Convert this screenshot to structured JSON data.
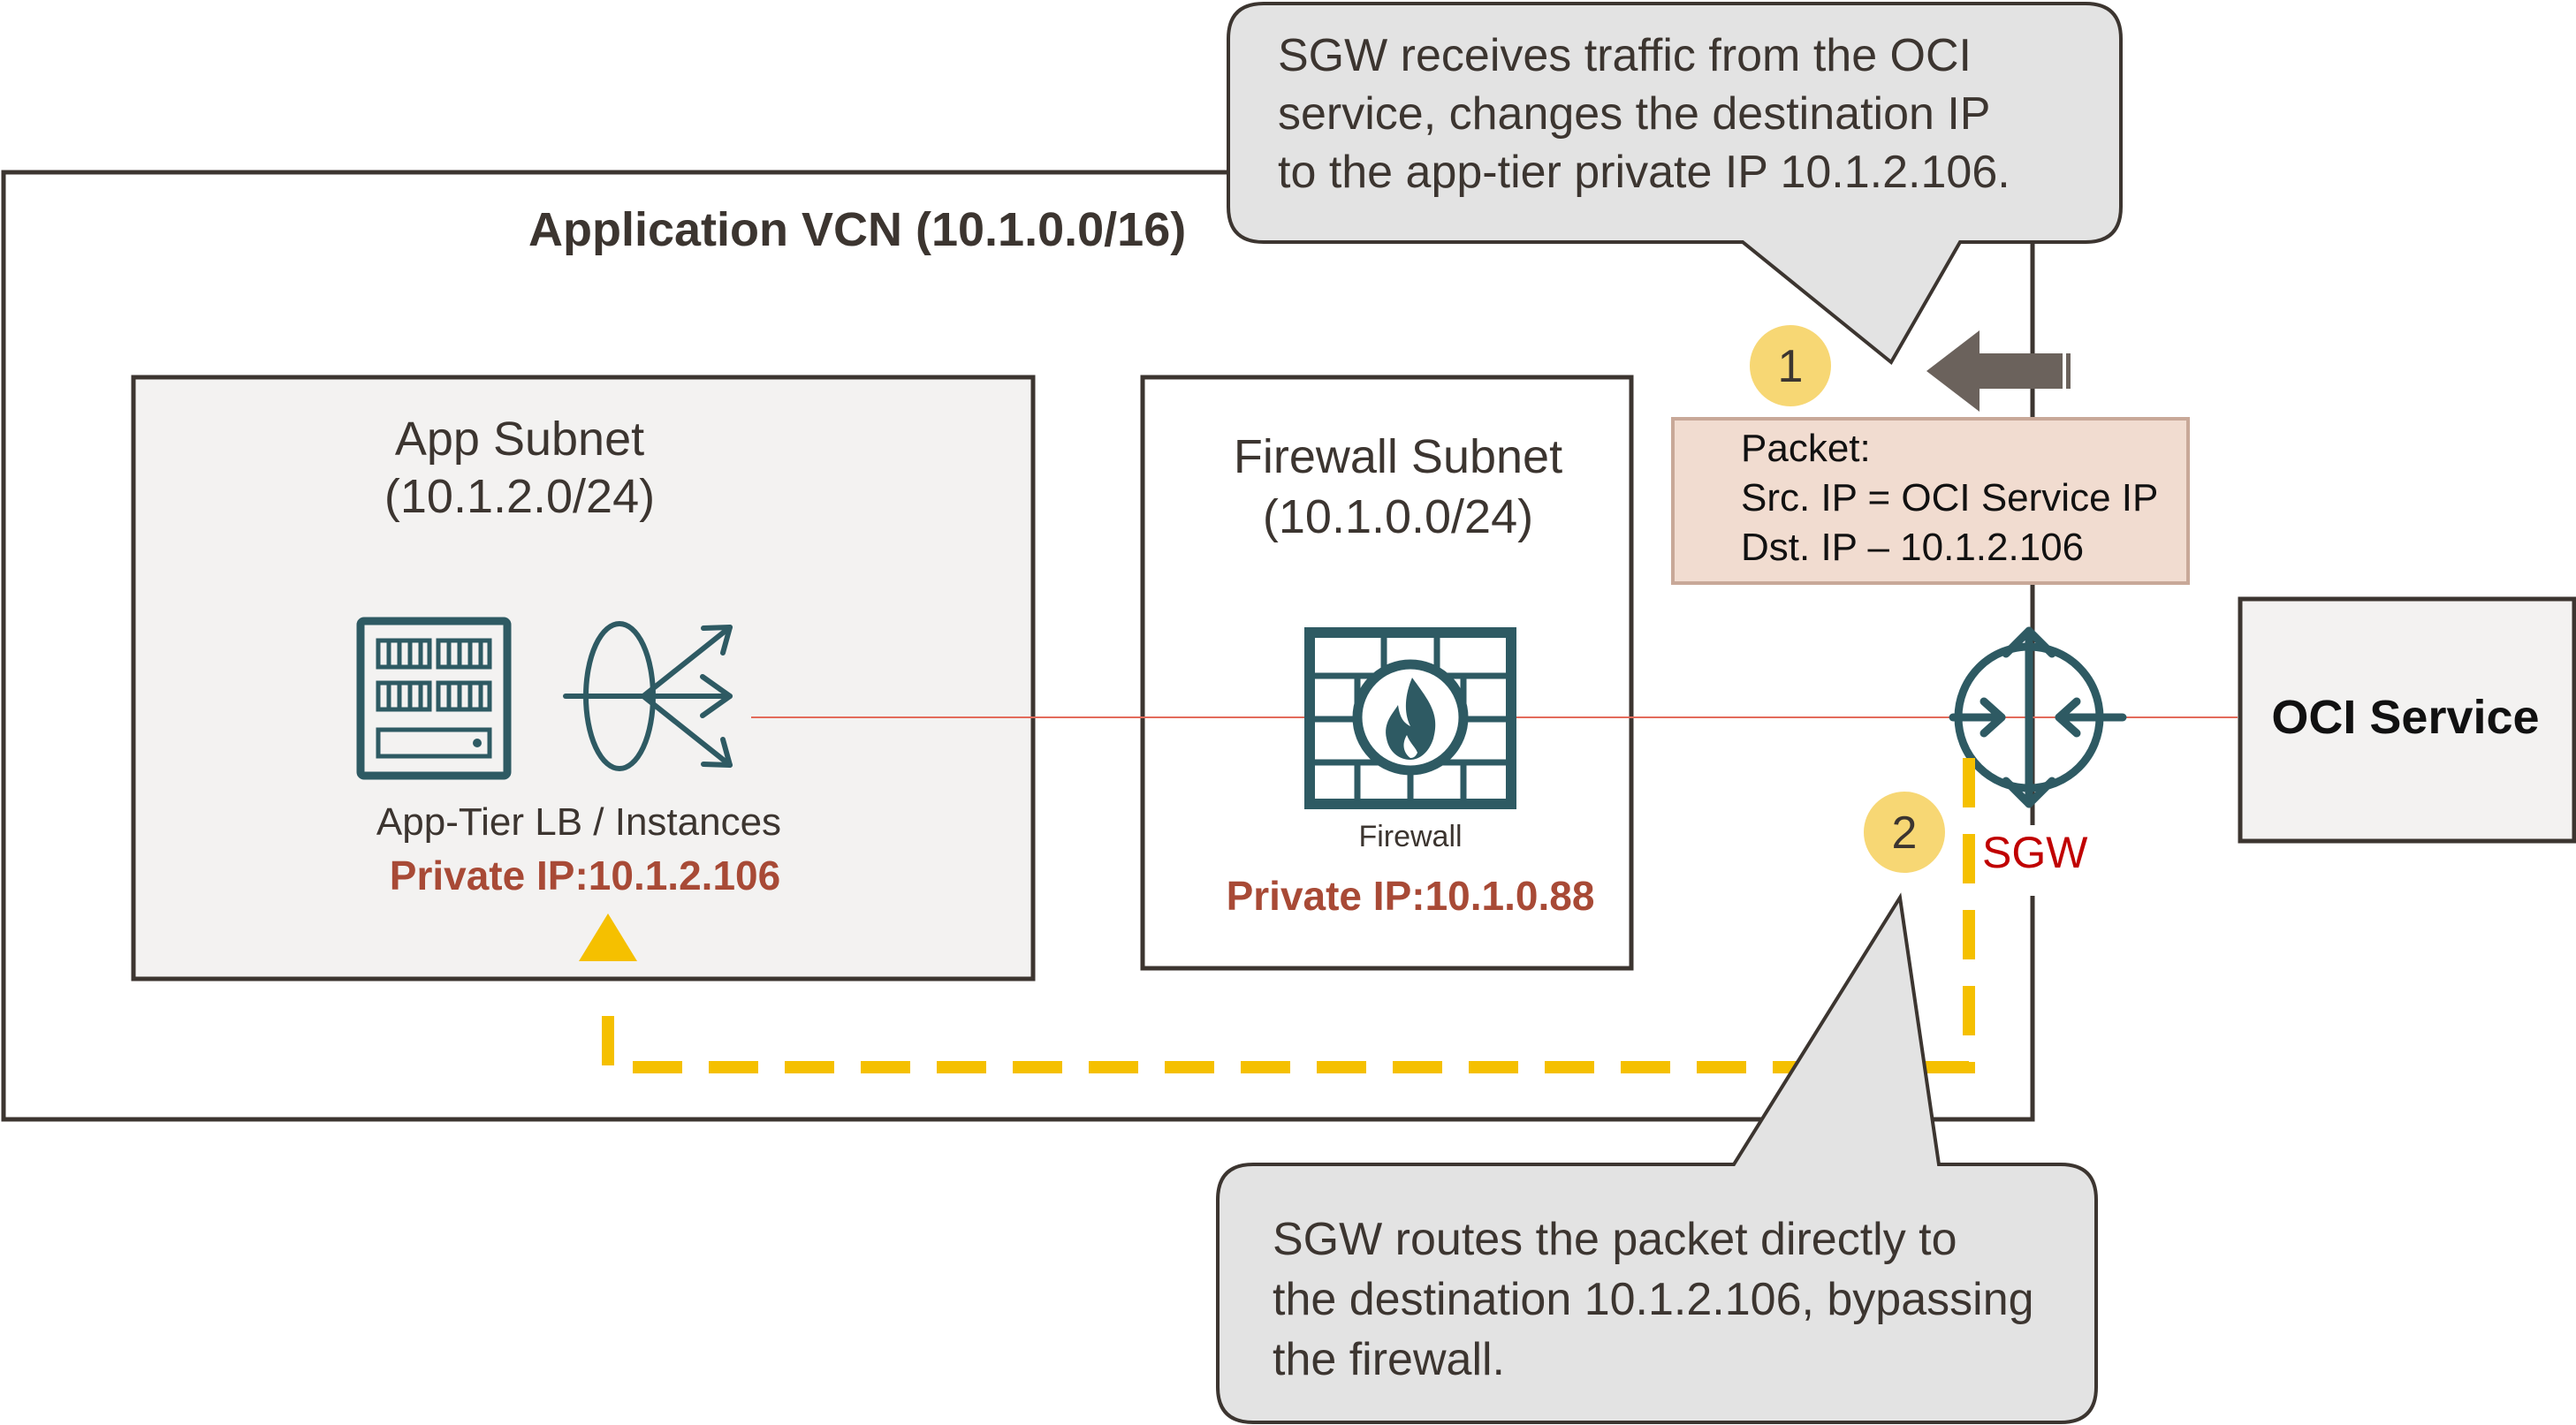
{
  "vcn": {
    "title": "Application VCN (10.1.0.0/16)"
  },
  "app_subnet": {
    "title_line1": "App Subnet",
    "title_line2": "(10.1.2.0/24)",
    "label": "App-Tier LB / Instances",
    "private_ip": "Private IP:10.1.2.106"
  },
  "firewall_subnet": {
    "title_line1": "Firewall Subnet",
    "title_line2": "(10.1.0.0/24)",
    "label": "Firewall",
    "private_ip": "Private IP:10.1.0.88"
  },
  "oci_service": {
    "label": "OCI Service"
  },
  "sgw": {
    "label": "SGW"
  },
  "steps": [
    {
      "number": "1"
    },
    {
      "number": "2"
    }
  ],
  "callout_top": {
    "line1": "SGW receives traffic from the OCI",
    "line2": "service, changes the destination IP",
    "line3": "to  the app-tier private IP 10.1.2.106."
  },
  "callout_bottom": {
    "line1": "SGW routes the packet directly to",
    "line2": "the destination 10.1.2.106, bypassing",
    "line3": "the firewall."
  },
  "packet": {
    "line1": "Packet:",
    "line2": "Src. IP = OCI Service IP",
    "line3": "Dst. IP – 10.1.2.106"
  },
  "colors": {
    "outline": "#3c3530",
    "subnet_fill": "#f3f2f1",
    "icon": "#2e5a63",
    "accent_red": "#a84a36",
    "sgw_red": "#c00000",
    "yellow": "#f5c000",
    "badge": "#f7d774",
    "callout_fill": "#e3e3e3",
    "packet_fill": "#f1dcd0",
    "packet_border": "#c8a898",
    "arrow": "#6b625c",
    "line_red": "#e36b5b"
  }
}
